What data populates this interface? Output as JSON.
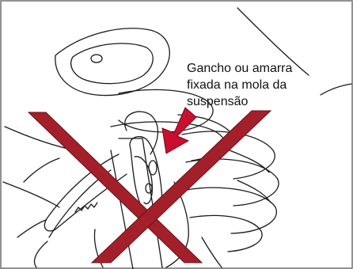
{
  "callout": {
    "lines": [
      "Gancho ou amarra",
      "fixada na mola da",
      "suspensão"
    ]
  },
  "colors": {
    "prohibition_cross": "#a3202b",
    "arrow": "#c8102e",
    "line_art": "#1a1a1a",
    "frame_border": "#6f6f6f"
  },
  "icons": {
    "prohibition": "red-x-cross",
    "pointer": "red-arrow"
  }
}
